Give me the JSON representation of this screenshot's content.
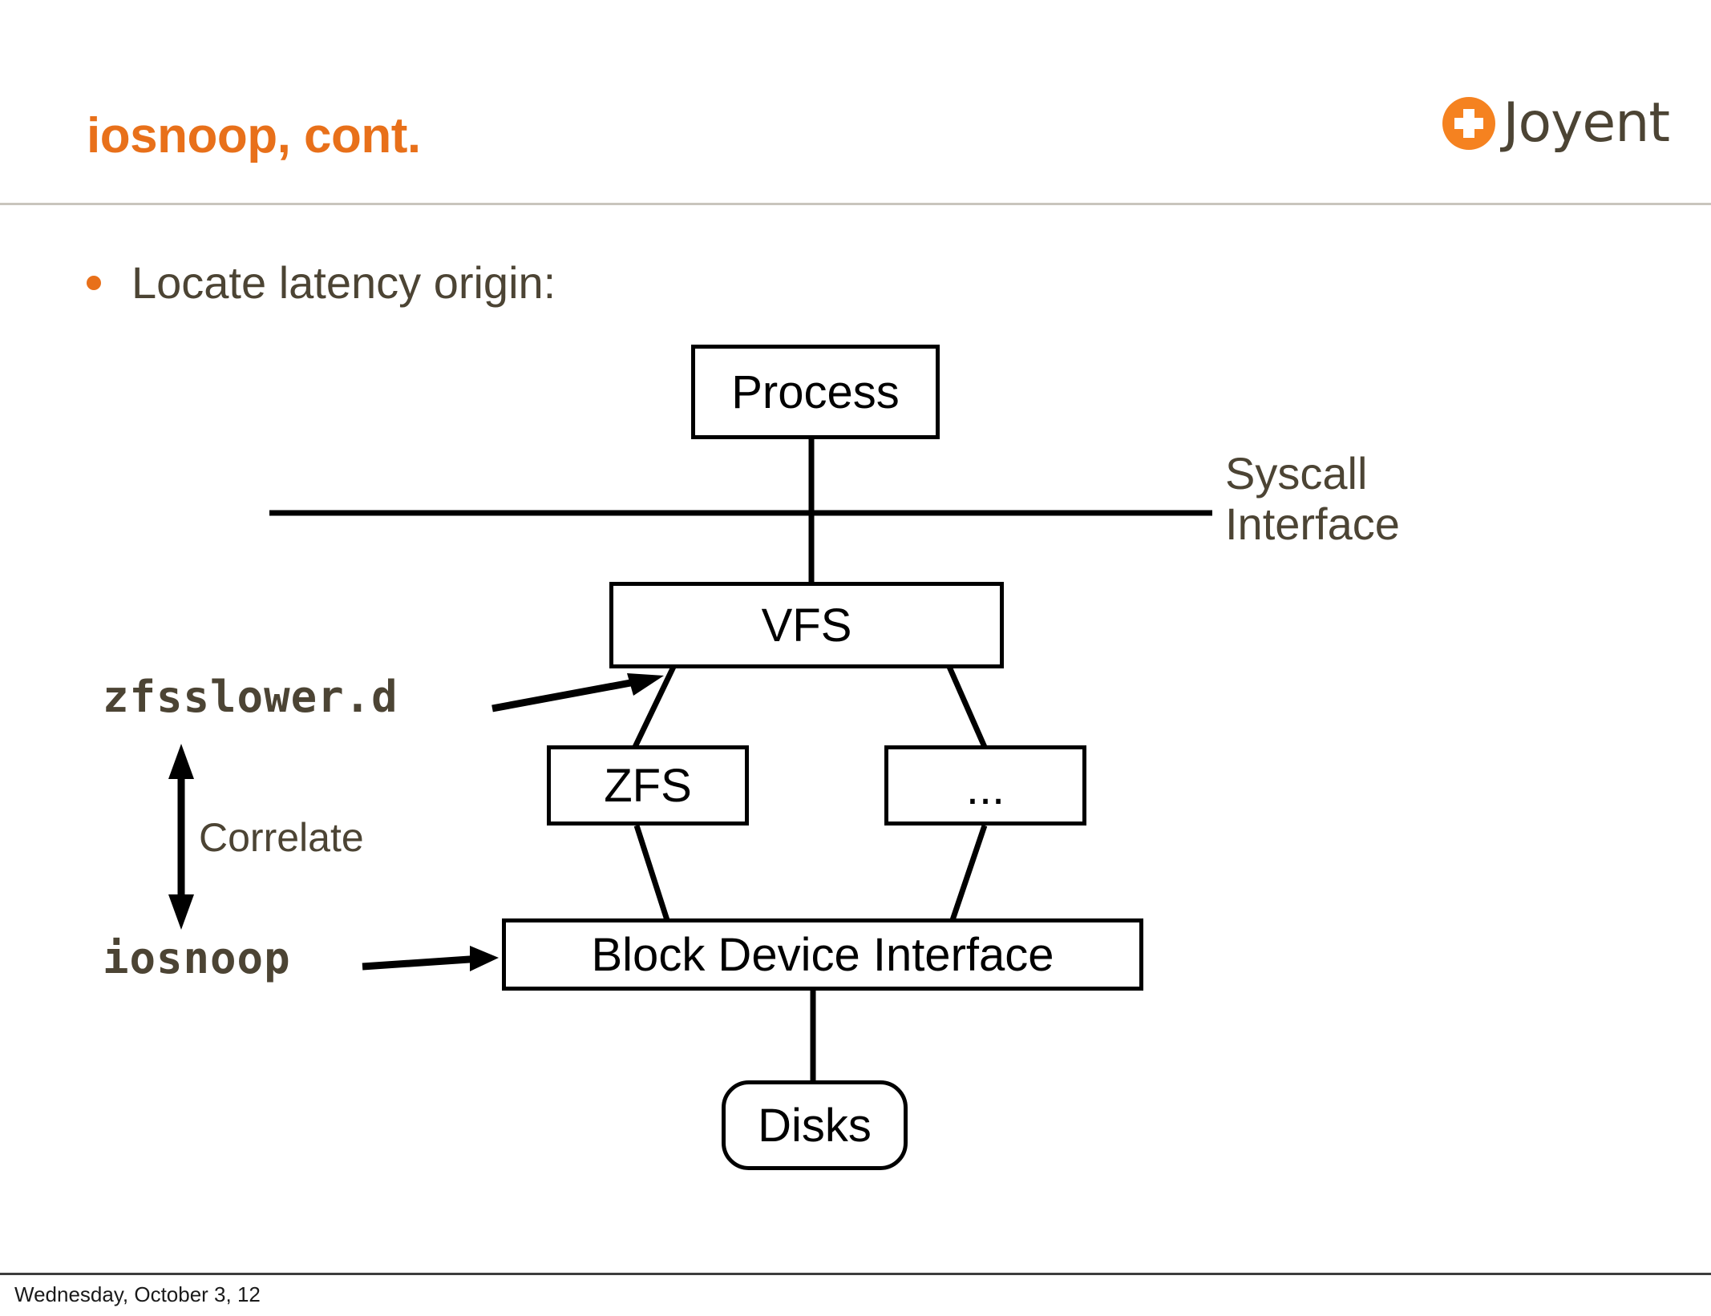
{
  "slide": {
    "title": "iosnoop, cont.",
    "footer_date": "Wednesday, October 3, 12",
    "accent_color": "#E8701A",
    "text_color": "#4C4434",
    "logo": {
      "name": "Joyent",
      "mark": "plus-in-circle-icon",
      "mark_color": "#F58220"
    }
  },
  "content": {
    "bullets": [
      {
        "text": "Locate latency origin:"
      }
    ]
  },
  "diagram": {
    "nodes": [
      {
        "id": "process",
        "label": "Process",
        "shape": "rect"
      },
      {
        "id": "vfs",
        "label": "VFS",
        "shape": "rect"
      },
      {
        "id": "zfs",
        "label": "ZFS",
        "shape": "rect"
      },
      {
        "id": "other",
        "label": "...",
        "shape": "rect"
      },
      {
        "id": "bdi",
        "label": "Block Device Interface",
        "shape": "rect"
      },
      {
        "id": "disks",
        "label": "Disks",
        "shape": "rounded-rect"
      }
    ],
    "labels": [
      {
        "id": "syscall_line1",
        "text": "Syscall"
      },
      {
        "id": "syscall_line2",
        "text": "Interface"
      },
      {
        "id": "correlate",
        "text": "Correlate"
      }
    ],
    "tool_labels": [
      {
        "id": "zfsslower",
        "text": "zfsslower.d",
        "points_to": "vfs"
      },
      {
        "id": "iosnoop",
        "text": "iosnoop",
        "points_to": "bdi"
      }
    ],
    "edges": [
      {
        "from": "process",
        "to": "vfs"
      },
      {
        "from": "vfs",
        "to": "zfs"
      },
      {
        "from": "vfs",
        "to": "other"
      },
      {
        "from": "zfs",
        "to": "bdi"
      },
      {
        "from": "other",
        "to": "bdi"
      },
      {
        "from": "bdi",
        "to": "disks"
      }
    ],
    "separator_line": "syscall-interface-boundary",
    "correlate_arrow": "double-headed-vertical-arrow"
  }
}
